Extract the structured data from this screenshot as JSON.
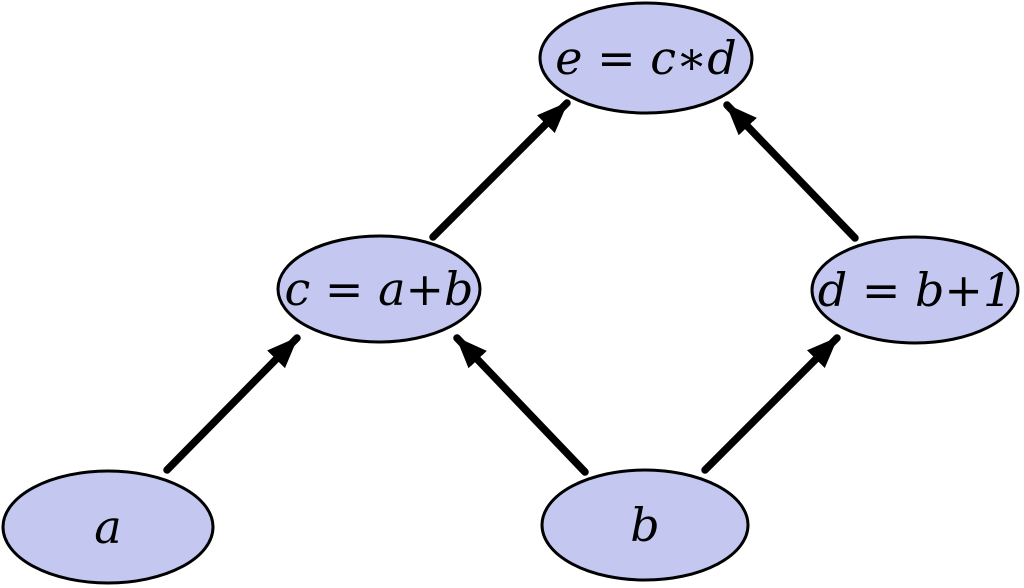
{
  "diagram": {
    "type": "computational-graph",
    "background": "#ffffff",
    "node_fill": "#c4c8f1",
    "node_stroke": "#000000",
    "edge_color": "#000000",
    "nodes": [
      {
        "id": "a",
        "label": "a"
      },
      {
        "id": "b",
        "label": "b"
      },
      {
        "id": "c",
        "label": "c = a+b"
      },
      {
        "id": "d",
        "label": "d = b+1"
      },
      {
        "id": "e",
        "label": "e = c∗d"
      }
    ],
    "edges": [
      {
        "from": "a",
        "to": "c"
      },
      {
        "from": "b",
        "to": "c"
      },
      {
        "from": "b",
        "to": "d"
      },
      {
        "from": "c",
        "to": "e"
      },
      {
        "from": "d",
        "to": "e"
      }
    ]
  }
}
